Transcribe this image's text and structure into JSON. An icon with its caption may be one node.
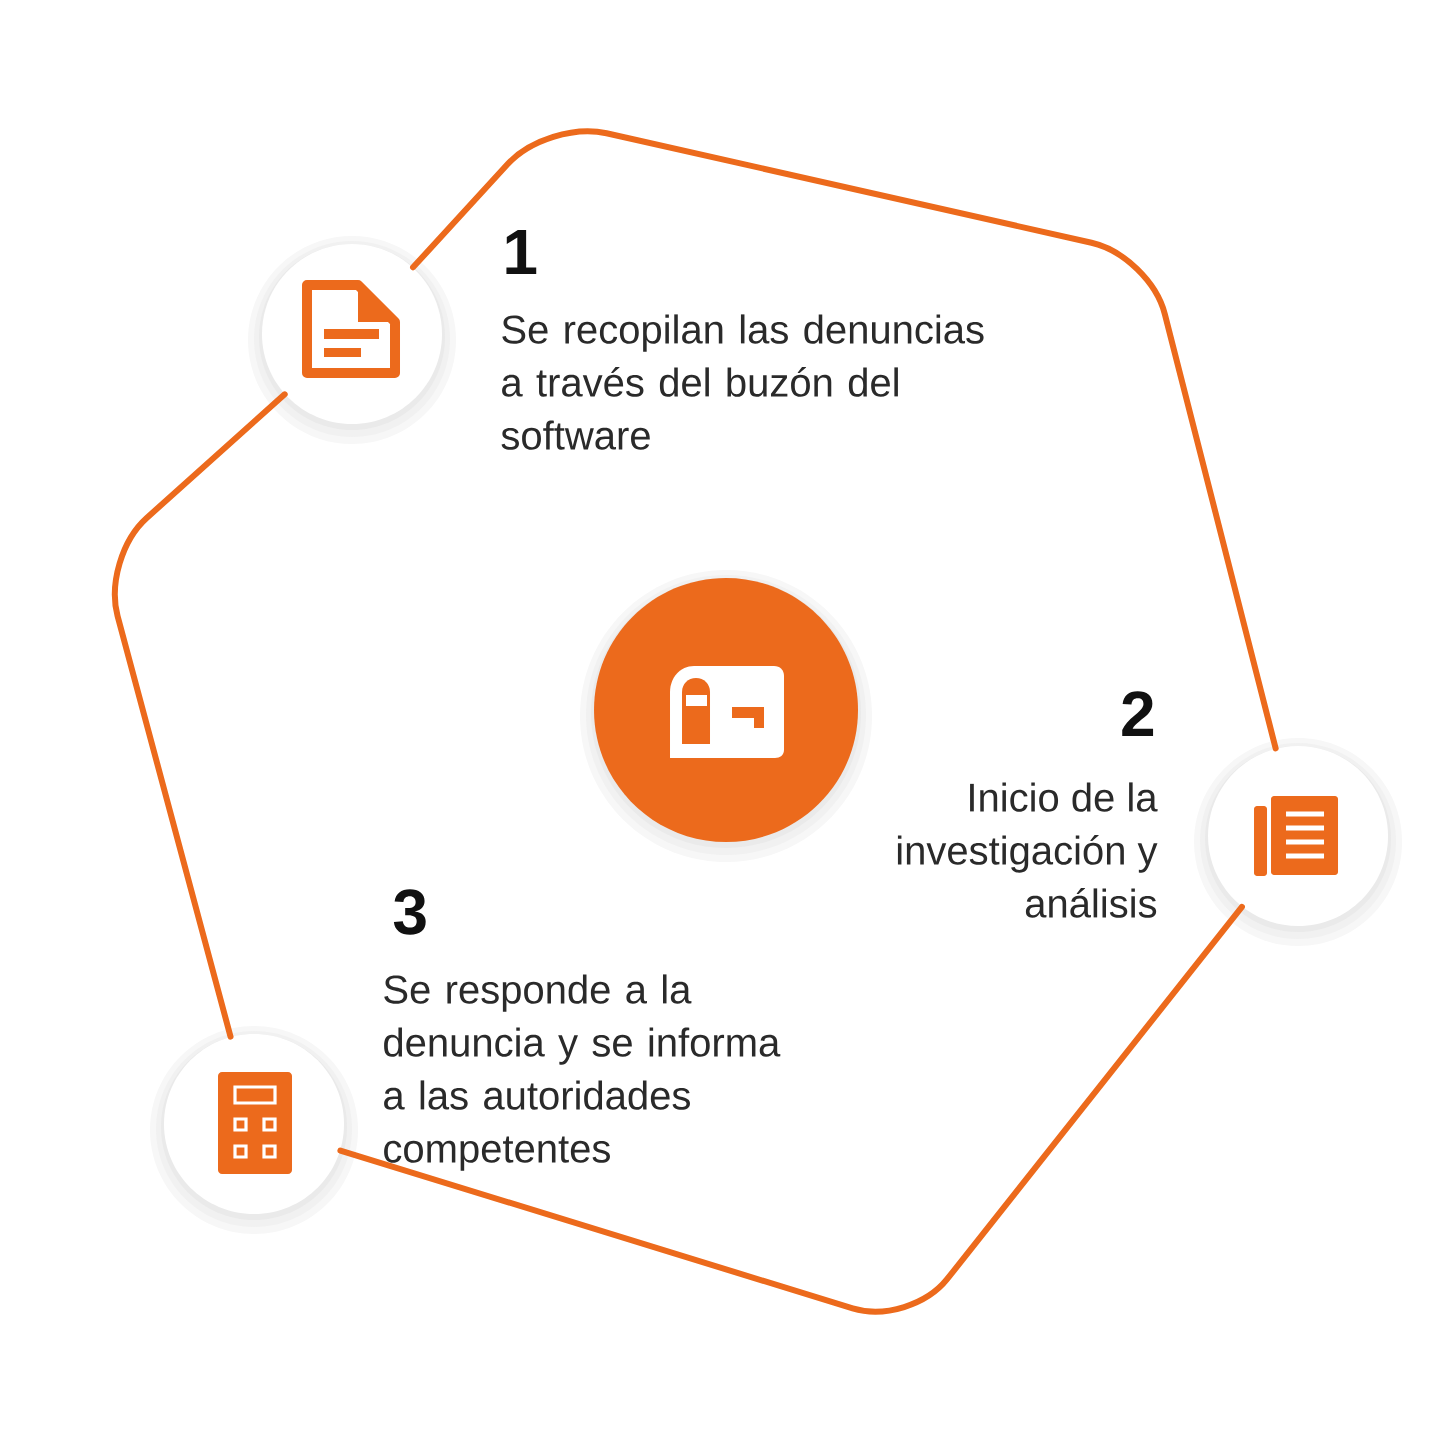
{
  "diagram": {
    "nodes": [
      {
        "text": [],
        "shape": "circle"
      },
      {
        "text": [],
        "shape": "circle",
        "beside": [
          "1",
          "Se recopilan las denuncias a través del buzón del software"
        ]
      },
      {
        "text": [],
        "shape": "circle",
        "beside": [
          "2",
          "Inicio de la investigación y análisis"
        ]
      },
      {
        "text": [],
        "shape": "circle",
        "beside": [
          "3",
          "Se responde a la denuncia y se informa a las autoridades competentes"
        ]
      }
    ],
    "edges": [
      {
        "from": 1,
        "to": 2,
        "arrow": "none"
      },
      {
        "from": 2,
        "to": 3,
        "arrow": "none"
      },
      {
        "from": 3,
        "to": 1,
        "arrow": "none"
      }
    ]
  }
}
